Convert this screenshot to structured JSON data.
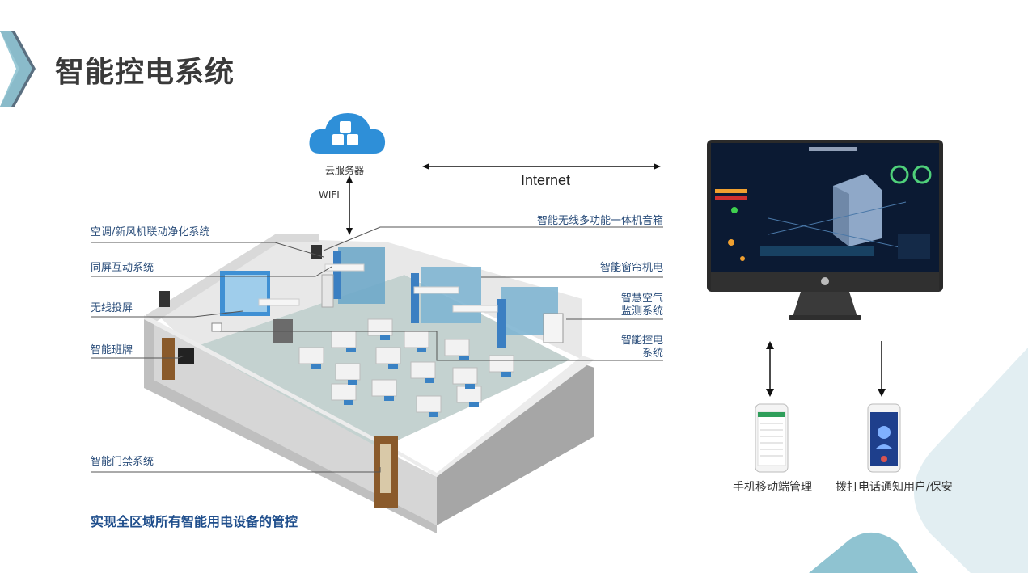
{
  "title": "智能控电系统",
  "cloud": {
    "label": "云服务器",
    "link_label": "WIFI",
    "network_label": "Internet",
    "icon": "cloud-icon"
  },
  "left_labels": [
    "空调/新风机联动净化系统",
    "同屏互动系统",
    "无线投屏",
    "智能班牌",
    "智能门禁系统"
  ],
  "right_labels": [
    "智能无线多功能一体机音箱",
    "智能窗帘机电",
    "智慧空气\n监测系统",
    "智能控电\n系统"
  ],
  "subtitle": "实现全区域所有智能用电设备的管控",
  "phones": [
    {
      "caption": "手机移动端管理"
    },
    {
      "caption": "拨打电话通知用户/保安"
    }
  ],
  "colors": {
    "accent_teal": "#8fc3d1",
    "accent_dark": "#5a6f80",
    "label_blue": "#2a4d7a",
    "cloud_blue": "#2e8fd8"
  }
}
